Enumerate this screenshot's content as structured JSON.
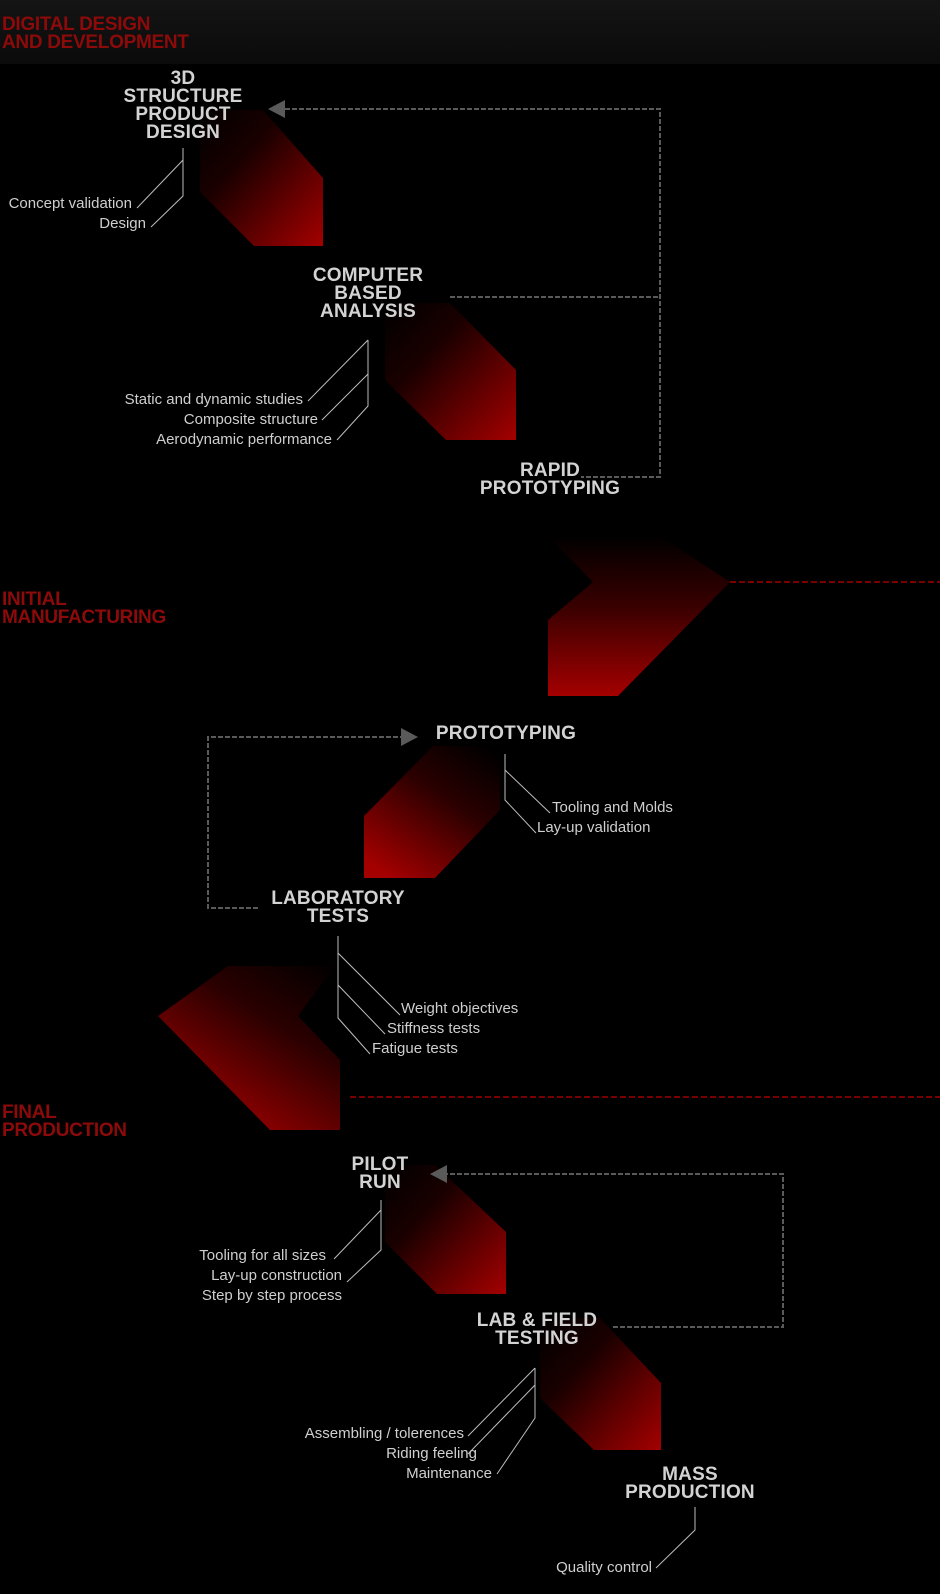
{
  "sections": [
    {
      "title": "DIGITAL DESIGN\nAND DEVELOPMENT"
    },
    {
      "title": "INITIAL\nMANUFACTURING"
    },
    {
      "title": "FINAL\nPRODUCTION"
    }
  ],
  "nodes": {
    "structure_design": {
      "title": "3D\nSTRUCTURE\nPRODUCT\nDESIGN",
      "items": [
        "Concept validation",
        "Design"
      ]
    },
    "computer_analysis": {
      "title": "COMPUTER\nBASED\nANALYSIS",
      "items": [
        "Static and dynamic studies",
        "Composite structure",
        "Aerodynamic performance"
      ]
    },
    "rapid_prototyping": {
      "title": "RAPID\nPROTOTYPING",
      "items": []
    },
    "prototyping": {
      "title": "PROTOTYPING",
      "items": [
        "Tooling and Molds",
        "Lay-up validation"
      ]
    },
    "laboratory_tests": {
      "title": "LABORATORY\nTESTS",
      "items": [
        "Weight objectives",
        "Stiffness tests",
        "Fatigue tests"
      ]
    },
    "pilot_run": {
      "title": "PILOT\nRUN",
      "items": [
        "Tooling for all sizes",
        "Lay-up construction",
        "Step by step process"
      ]
    },
    "lab_field_testing": {
      "title": "LAB & FIELD\nTESTING",
      "items": [
        "Assembling / tolerences",
        "Riding feeling",
        "Maintenance"
      ]
    },
    "mass_production": {
      "title": "MASS\nPRODUCTION",
      "items": [
        "Quality control"
      ]
    }
  },
  "colors": {
    "section_title": "#8c0a0a",
    "node_title": "#d3d3d3",
    "subtext": "#cfcfcf",
    "connector": "#5a5a5a",
    "arrow_red": "#a00000",
    "divider": "#7a0000"
  }
}
